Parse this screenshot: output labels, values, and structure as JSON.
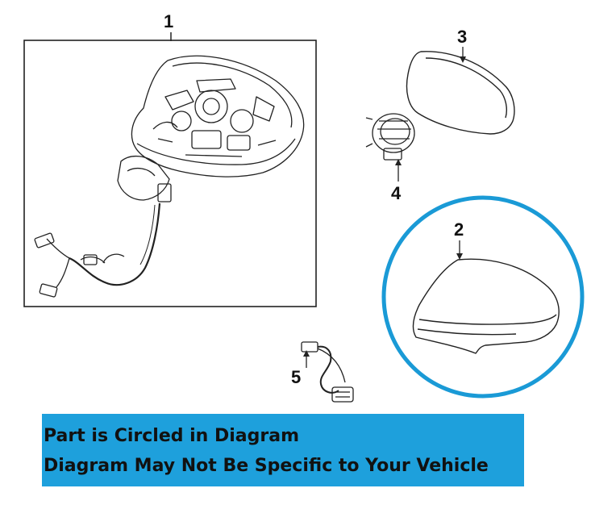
{
  "callouts": {
    "part_1": "1",
    "part_2": "2",
    "part_3": "3",
    "part_4": "4",
    "part_5": "5"
  },
  "banner": {
    "line_1": "Part is Circled in Diagram",
    "line_2": "Diagram May Not Be Specific to Your Vehicle",
    "background": "#1ea0dc"
  },
  "highlight": {
    "circled_part": "2",
    "circle_color": "#1a9ad6"
  }
}
